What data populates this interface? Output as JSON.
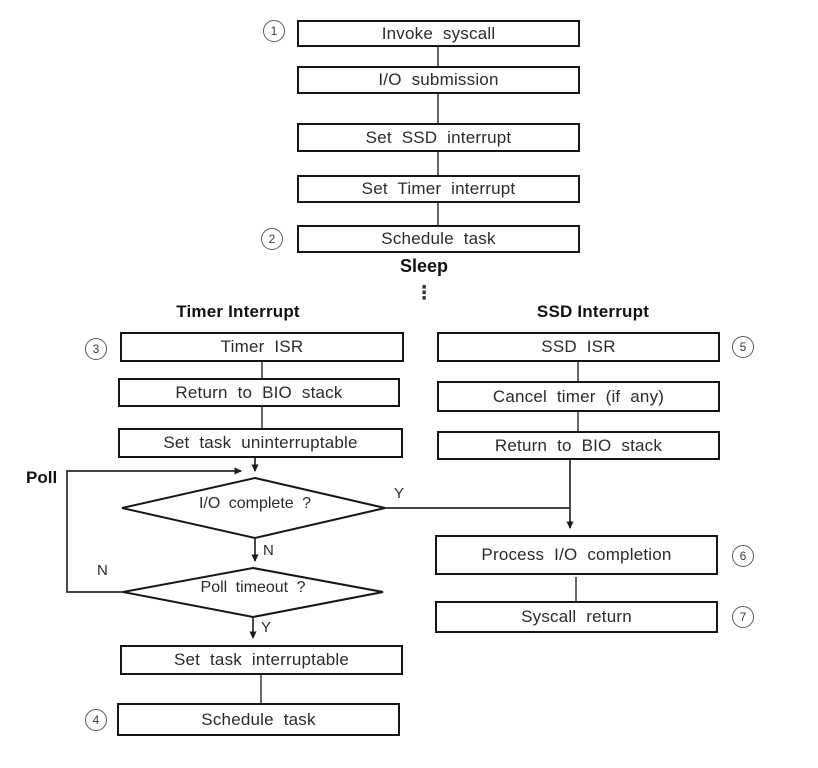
{
  "palette": {
    "background": "#ffffff",
    "box_border": "#161616",
    "connector_line": "#4d4d4d",
    "arrow_line": "#333333",
    "text": "#2b2b2b"
  },
  "flow": {
    "top_steps": [
      {
        "num": "1",
        "label": "Invoke syscall"
      },
      {
        "label": "I/O submission"
      },
      {
        "label": "Set SSD interrupt"
      },
      {
        "label": "Set Timer interrupt"
      },
      {
        "num": "2",
        "label": "Schedule task"
      }
    ],
    "sleep_label": "Sleep",
    "ellipsis": "⋮",
    "timer_branch": {
      "header": "Timer Interrupt",
      "steps": [
        {
          "num": "3",
          "label": "Timer ISR"
        },
        {
          "label": "Return to BIO stack"
        },
        {
          "label": "Set task uninterruptable"
        }
      ],
      "decision_io": "I/O complete ?",
      "decision_poll": "Poll timeout ?",
      "poll_label": "Poll",
      "after_steps": [
        {
          "label": "Set task interruptable"
        },
        {
          "num": "4",
          "label": "Schedule task"
        }
      ]
    },
    "ssd_branch": {
      "header": "SSD Interrupt",
      "steps": [
        {
          "num": "5",
          "label": "SSD ISR"
        },
        {
          "label": "Cancel timer (if any)"
        },
        {
          "label": "Return to BIO stack"
        },
        {
          "num": "6",
          "label": "Process I/O completion"
        },
        {
          "num": "7",
          "label": "Syscall return"
        }
      ]
    },
    "edge_labels": {
      "io_yes": "Y",
      "io_no": "N",
      "poll_no": "N",
      "poll_yes": "Y"
    }
  }
}
